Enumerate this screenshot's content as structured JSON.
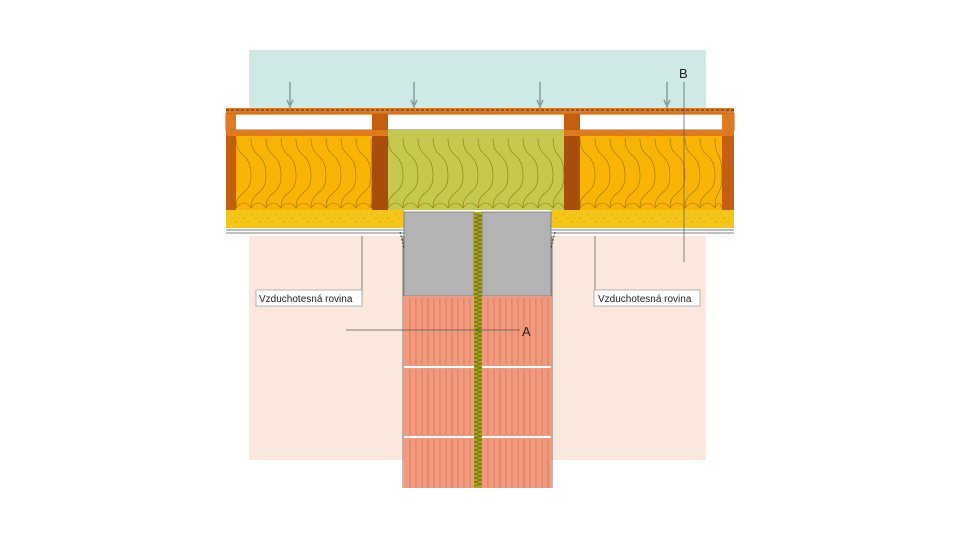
{
  "labels": {
    "airtight_left": "Vzduchotesná rovina",
    "airtight_right": "Vzduchotesná rovina",
    "marker_a": "A",
    "marker_b": "B"
  },
  "colors": {
    "exterior_air": "#cfe9e6",
    "interior_air": "#fbe8dc",
    "rafter": "#e07a1f",
    "rafter_dark": "#c45f10",
    "insulation": "#f8b400",
    "insulation_center": "#c4c94d",
    "fiberboard": "#f5c518",
    "brick": "#f39a7e",
    "concrete": "#b3b3b3",
    "joint_insulation": "#a8a81e"
  }
}
